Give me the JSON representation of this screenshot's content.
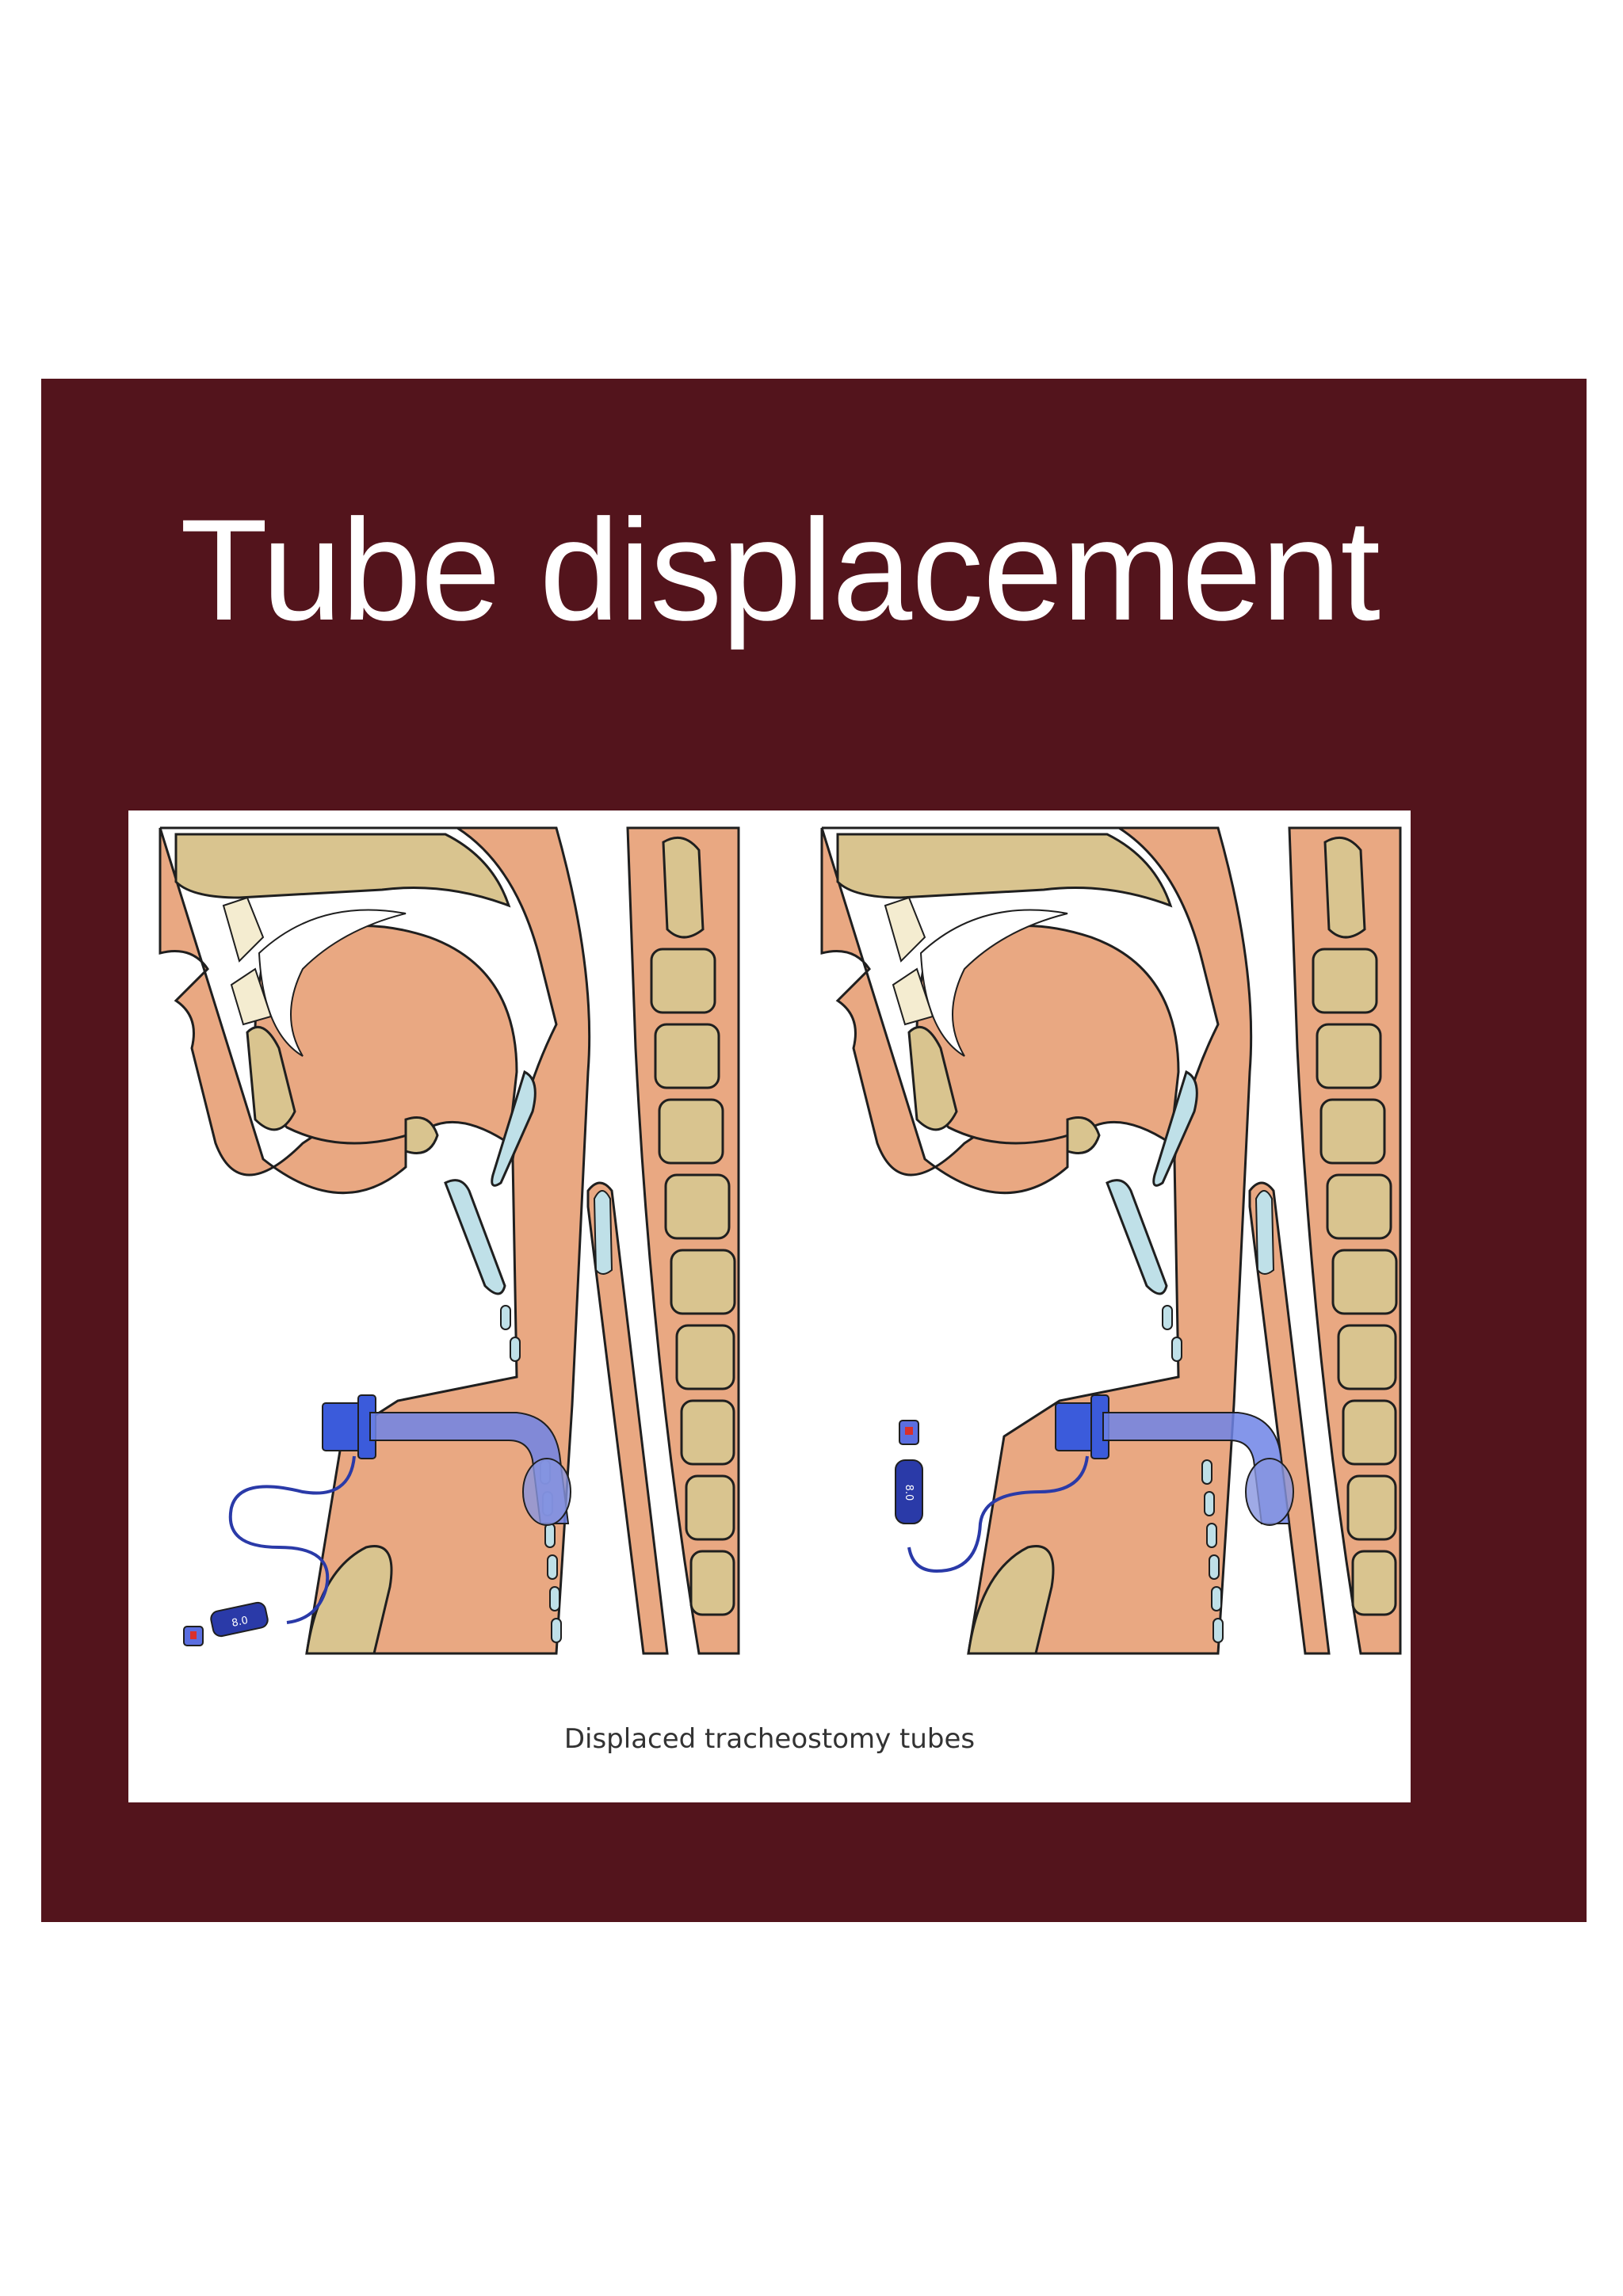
{
  "slide": {
    "title": "Tube displacement",
    "background_color": "#53141c",
    "title_color": "#ffffff"
  },
  "figure": {
    "caption": "Displaced tracheostomy tubes",
    "panels": [
      {
        "cuff_pilot_label": "8.0"
      },
      {
        "cuff_pilot_label": "8.0"
      }
    ],
    "colors": {
      "skin": "#e9a882",
      "bone": "#d9c48f",
      "cartilage": "#bfe0e8",
      "tube": "#3b5bdb",
      "outline": "#1f1f1f"
    }
  }
}
